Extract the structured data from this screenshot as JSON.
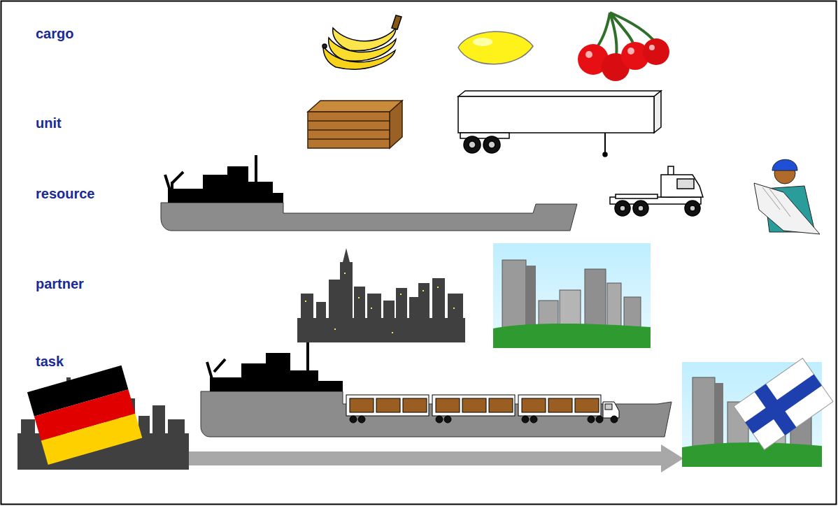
{
  "diagram": {
    "labels": [
      "cargo",
      "unit",
      "resource",
      "partner",
      "task"
    ]
  }
}
